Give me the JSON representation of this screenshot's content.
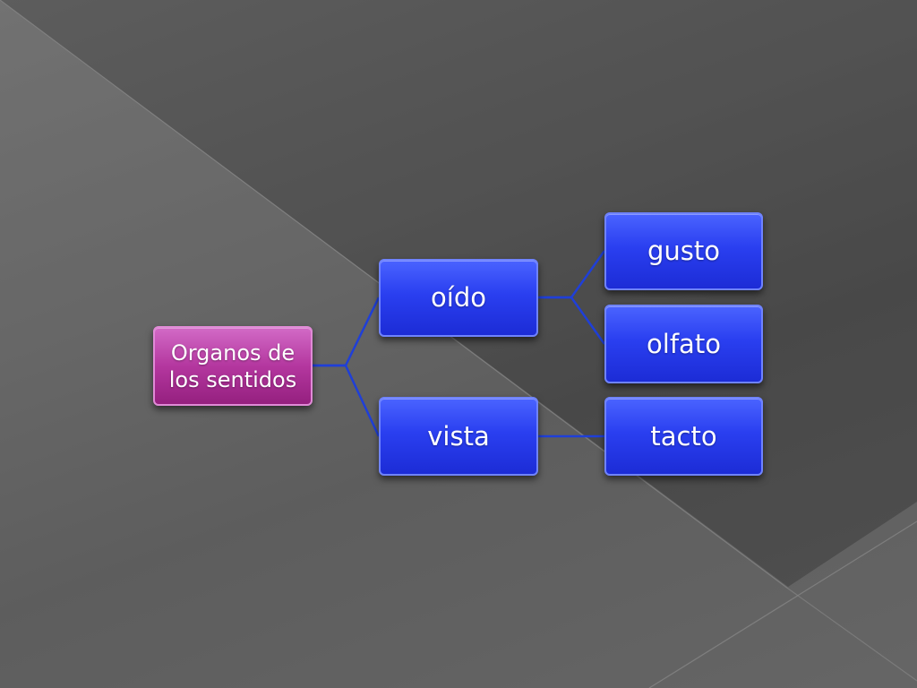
{
  "diagram": {
    "root": {
      "line1": "Organos de",
      "line2": "los sentidos"
    },
    "children": [
      {
        "label": "oído",
        "children": [
          "gusto",
          "olfato"
        ]
      },
      {
        "label": "vista",
        "children": [
          "tacto"
        ]
      }
    ]
  },
  "colors": {
    "root_fill": "#b4379f",
    "node_fill": "#2a3ff0",
    "connector": "#1f3fd8",
    "background": "#5c5c5c"
  }
}
